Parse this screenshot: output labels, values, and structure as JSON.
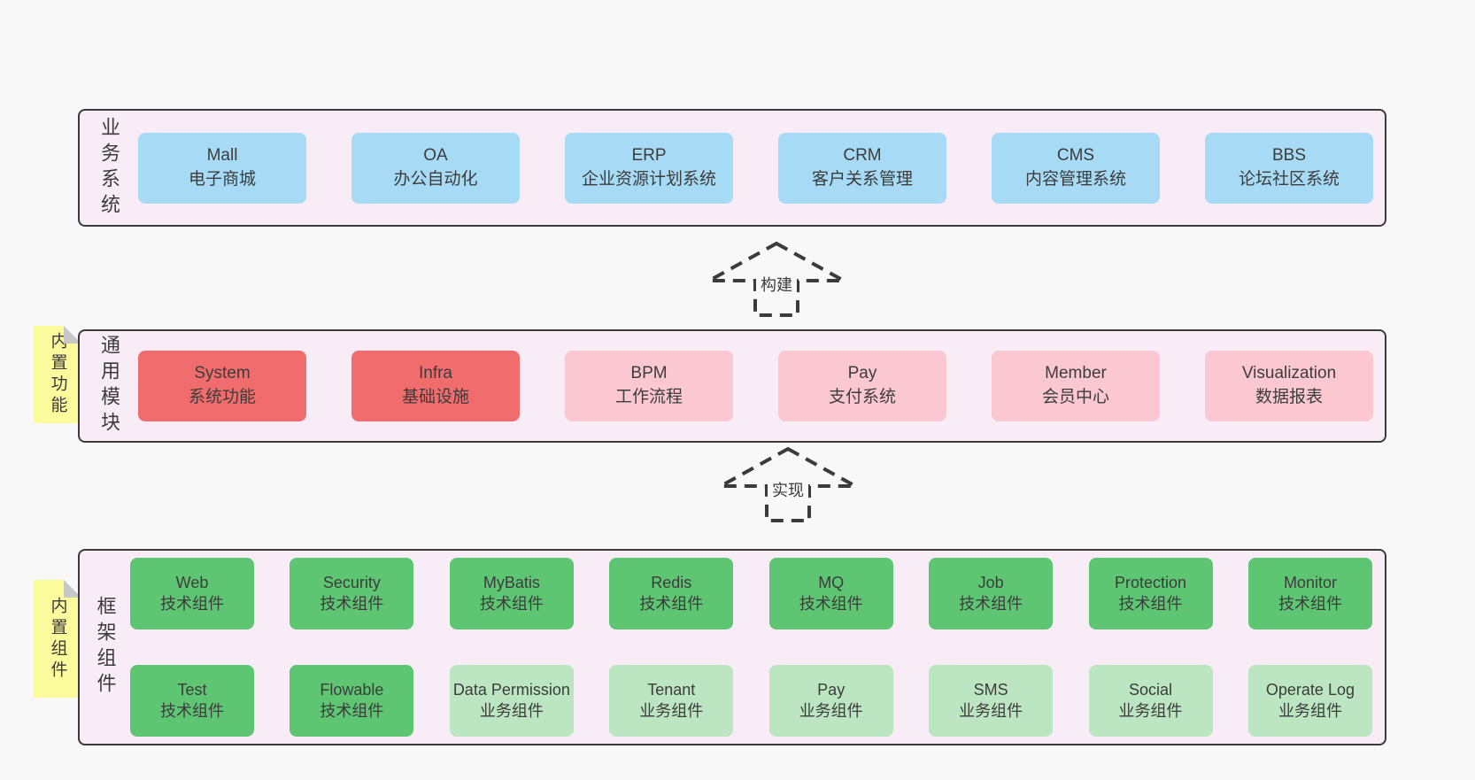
{
  "colors": {
    "page_background": "#f8f8f8",
    "band_background": "#f8edf6",
    "band_border": "#3b3b3b",
    "blue_box": "#a7dbf5",
    "red_box": "#f16c6c",
    "pink_box": "#fbc8d1",
    "green_dark_box": "#5ec573",
    "green_light_box": "#bce5c2",
    "sticky_note": "#fbfa9d",
    "note_fold": "#c8c8c8",
    "text": "#3c3c3c"
  },
  "bands": [
    {
      "label": "业务系统",
      "boxes": [
        {
          "title": "Mall",
          "subtitle": "电子商城"
        },
        {
          "title": "OA",
          "subtitle": "办公自动化"
        },
        {
          "title": "ERP",
          "subtitle": "企业资源计划系统"
        },
        {
          "title": "CRM",
          "subtitle": "客户关系管理"
        },
        {
          "title": "CMS",
          "subtitle": "内容管理系统"
        },
        {
          "title": "BBS",
          "subtitle": "论坛社区系统"
        }
      ]
    },
    {
      "label": "通用模块",
      "note": "内置功能",
      "boxes": [
        {
          "title": "System",
          "subtitle": "系统功能"
        },
        {
          "title": "Infra",
          "subtitle": "基础设施"
        },
        {
          "title": "BPM",
          "subtitle": "工作流程"
        },
        {
          "title": "Pay",
          "subtitle": "支付系统"
        },
        {
          "title": "Member",
          "subtitle": "会员中心"
        },
        {
          "title": "Visualization",
          "subtitle": "数据报表"
        }
      ]
    },
    {
      "label": "框架组件",
      "note": "内置组件",
      "rows": [
        [
          {
            "title": "Web",
            "subtitle": "技术组件"
          },
          {
            "title": "Security",
            "subtitle": "技术组件"
          },
          {
            "title": "MyBatis",
            "subtitle": "技术组件"
          },
          {
            "title": "Redis",
            "subtitle": "技术组件"
          },
          {
            "title": "MQ",
            "subtitle": "技术组件"
          },
          {
            "title": "Job",
            "subtitle": "技术组件"
          },
          {
            "title": "Protection",
            "subtitle": "技术组件"
          },
          {
            "title": "Monitor",
            "subtitle": "技术组件"
          }
        ],
        [
          {
            "title": "Test",
            "subtitle": "技术组件"
          },
          {
            "title": "Flowable",
            "subtitle": "技术组件"
          },
          {
            "title": "Data Permission",
            "subtitle": "业务组件"
          },
          {
            "title": "Tenant",
            "subtitle": "业务组件"
          },
          {
            "title": "Pay",
            "subtitle": "业务组件"
          },
          {
            "title": "SMS",
            "subtitle": "业务组件"
          },
          {
            "title": "Social",
            "subtitle": "业务组件"
          },
          {
            "title": "Operate Log",
            "subtitle": "业务组件"
          }
        ]
      ]
    }
  ],
  "arrows": [
    {
      "label": "构建"
    },
    {
      "label": "实现"
    }
  ]
}
